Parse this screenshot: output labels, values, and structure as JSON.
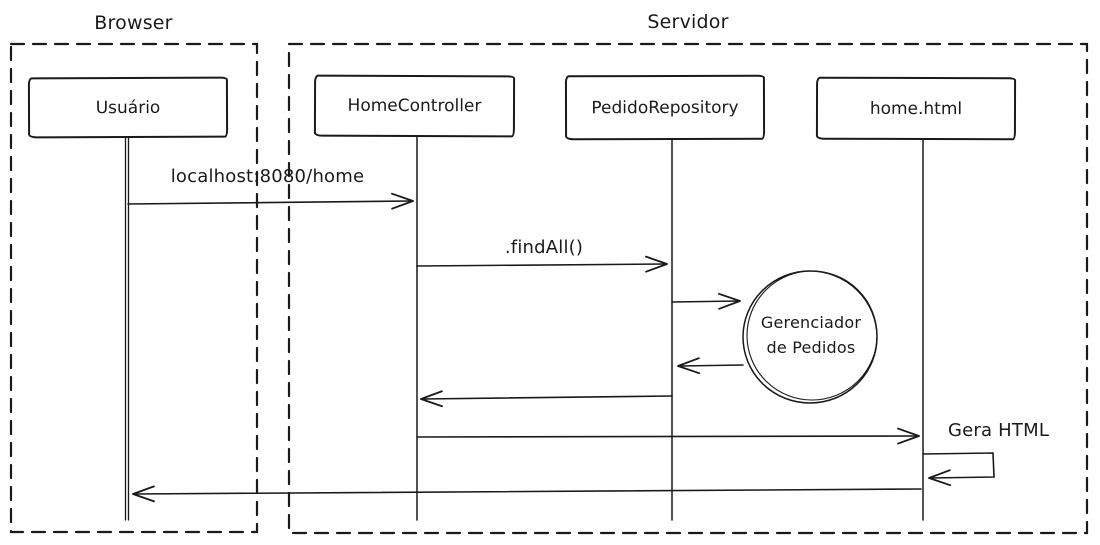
{
  "diagram": {
    "type": "sequence-diagram",
    "style": "hand-drawn",
    "groups": [
      {
        "id": "browser",
        "label": "Browser"
      },
      {
        "id": "servidor",
        "label": "Servidor"
      }
    ],
    "actors": [
      {
        "id": "usuario",
        "label": "Usuário"
      },
      {
        "id": "home_controller",
        "label": "HomeController"
      },
      {
        "id": "pedido_repository",
        "label": "PedidoRepository"
      },
      {
        "id": "home_html",
        "label": "home.html"
      }
    ],
    "external_node": {
      "line1": "Gerenciador",
      "line2": "de Pedidos"
    },
    "messages": [
      {
        "label": "localhost:8080/home",
        "from": "Usuário",
        "to": "HomeController"
      },
      {
        "label": ".findAll()",
        "from": "HomeController",
        "to": "PedidoRepository"
      },
      {
        "label": "",
        "from": "PedidoRepository",
        "to": "Gerenciador de Pedidos"
      },
      {
        "label": "",
        "from": "Gerenciador de Pedidos",
        "to": "PedidoRepository"
      },
      {
        "label": "",
        "from": "PedidoRepository",
        "to": "HomeController"
      },
      {
        "label": "Gera HTML",
        "from": "HomeController",
        "to": "home.html"
      },
      {
        "label": "",
        "from": "home.html",
        "to": "home.html"
      },
      {
        "label": "",
        "from": "home.html",
        "to": "Usuário"
      }
    ]
  },
  "colors": {
    "ink": "#1a1a1a",
    "background": "#ffffff"
  }
}
